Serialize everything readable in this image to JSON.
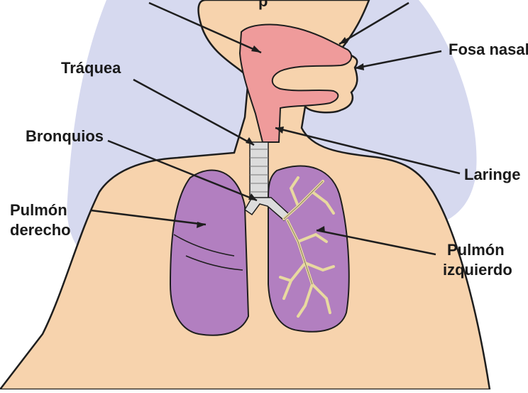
{
  "labels": {
    "fosa_nasal": "Fosa nasal",
    "traquea": "Tráquea",
    "bronquios": "Bronquios",
    "laringe": "Laringe",
    "pulmon_derecho_1": "Pulmón",
    "pulmon_derecho_2": "derecho",
    "pulmon_izquierdo_1": "Pulmón",
    "pulmon_izquierdo_2": "izquierdo",
    "top_partial": "p"
  },
  "colors": {
    "background_shape": "#d6d9ef",
    "skin": "#f7d3ad",
    "outline": "#1e1e1e",
    "airway": "#ef9b9b",
    "lung": "#b27fc0",
    "bronchi": "#f4ecc9",
    "trachea_rings": "#dcdcdc"
  }
}
